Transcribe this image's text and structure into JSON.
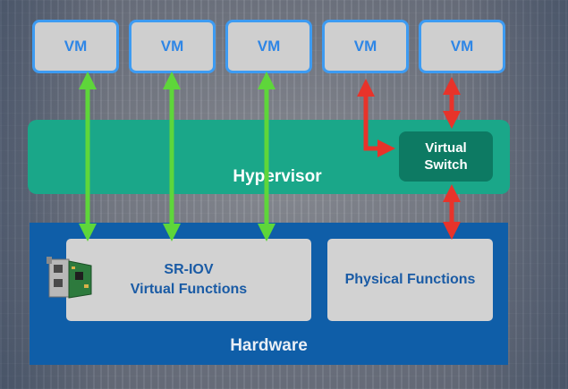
{
  "vms": [
    {
      "label": "VM"
    },
    {
      "label": "VM"
    },
    {
      "label": "VM"
    },
    {
      "label": "VM"
    },
    {
      "label": "VM"
    }
  ],
  "hypervisor": {
    "label": "Hypervisor"
  },
  "virtual_switch": {
    "line1": "Virtual",
    "line2": "Switch"
  },
  "hardware": {
    "label": "Hardware"
  },
  "sriov": {
    "line1": "SR-IOV",
    "line2": "Virtual Functions"
  },
  "physical_functions": {
    "label": "Physical Functions"
  },
  "colors": {
    "vm_border": "#3d9bf2",
    "vm_text": "#2e86e6",
    "hypervisor": "#1aa789",
    "virtual_switch": "#0d7a63",
    "hardware": "#0f5ea8",
    "direct_arrow": "#5ed63a",
    "switched_arrow": "#e8332a"
  }
}
